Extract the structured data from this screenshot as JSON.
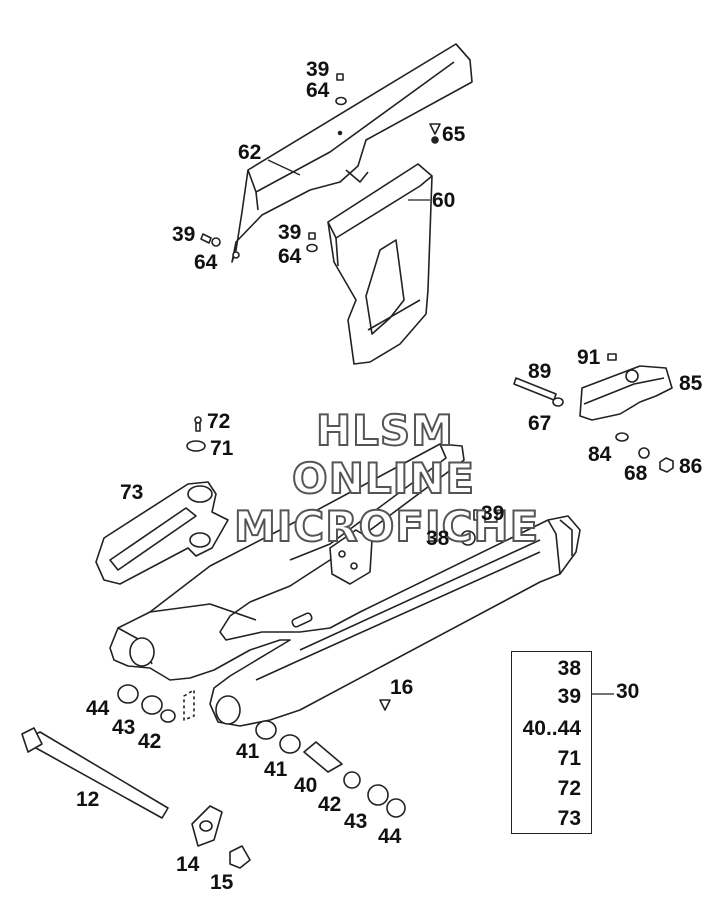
{
  "watermark": {
    "line1": "HLSM",
    "line2": "ONLINE",
    "line3": "MICROFICHE"
  },
  "callouts": {
    "c39a": "39",
    "c64a": "64",
    "c65": "65",
    "c62": "62",
    "c60": "60",
    "c39b": "39",
    "c64b": "64",
    "c39c": "39",
    "c64c": "64",
    "c91": "91",
    "c89": "89",
    "c85": "85",
    "c67": "67",
    "c84": "84",
    "c68": "68",
    "c86": "86",
    "c72": "72",
    "c71": "71",
    "c73": "73",
    "c39d": "39",
    "c38": "38",
    "c16": "16",
    "c44a": "44",
    "c43a": "43",
    "c42a": "42",
    "c41a": "41",
    "c41b": "41",
    "c40": "40",
    "c42b": "42",
    "c43b": "43",
    "c44b": "44",
    "c12": "12",
    "c14": "14",
    "c15": "15"
  },
  "kit": {
    "label": "30",
    "items": [
      "38",
      "39",
      "40..44",
      "71",
      "72",
      "73"
    ]
  }
}
